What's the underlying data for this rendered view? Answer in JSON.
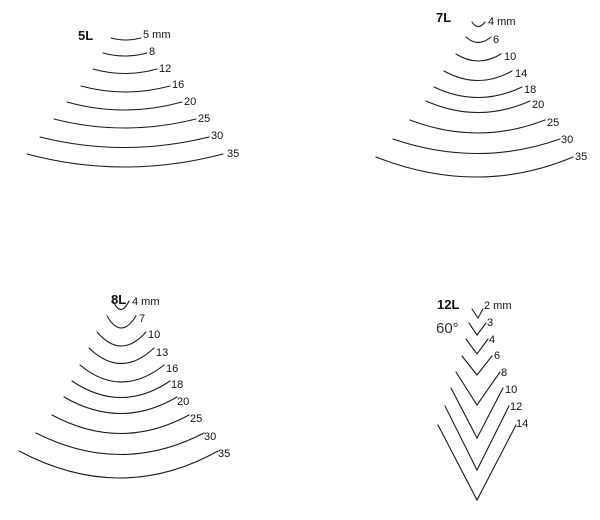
{
  "sets": [
    {
      "title": "5L",
      "sweeps": [
        {
          "label": "5 mm"
        },
        {
          "label": "8"
        },
        {
          "label": "12"
        },
        {
          "label": "16"
        },
        {
          "label": "20"
        },
        {
          "label": "25"
        },
        {
          "label": "30"
        },
        {
          "label": "35"
        }
      ]
    },
    {
      "title": "7L",
      "sweeps": [
        {
          "label": "4 mm"
        },
        {
          "label": "6"
        },
        {
          "label": "10"
        },
        {
          "label": "14"
        },
        {
          "label": "18"
        },
        {
          "label": "20"
        },
        {
          "label": "25"
        },
        {
          "label": "30"
        },
        {
          "label": "35"
        }
      ]
    },
    {
      "title": "8L",
      "sweeps": [
        {
          "label": "4 mm"
        },
        {
          "label": "7"
        },
        {
          "label": "10"
        },
        {
          "label": "13"
        },
        {
          "label": "16"
        },
        {
          "label": "18"
        },
        {
          "label": "20"
        },
        {
          "label": "25"
        },
        {
          "label": "30"
        },
        {
          "label": "35"
        }
      ]
    },
    {
      "title": "12L",
      "angle": "60°",
      "sweeps": [
        {
          "label": "2 mm"
        },
        {
          "label": "3"
        },
        {
          "label": "4"
        },
        {
          "label": "6"
        },
        {
          "label": "8"
        },
        {
          "label": "10"
        },
        {
          "label": "12"
        },
        {
          "label": "14"
        }
      ]
    }
  ]
}
